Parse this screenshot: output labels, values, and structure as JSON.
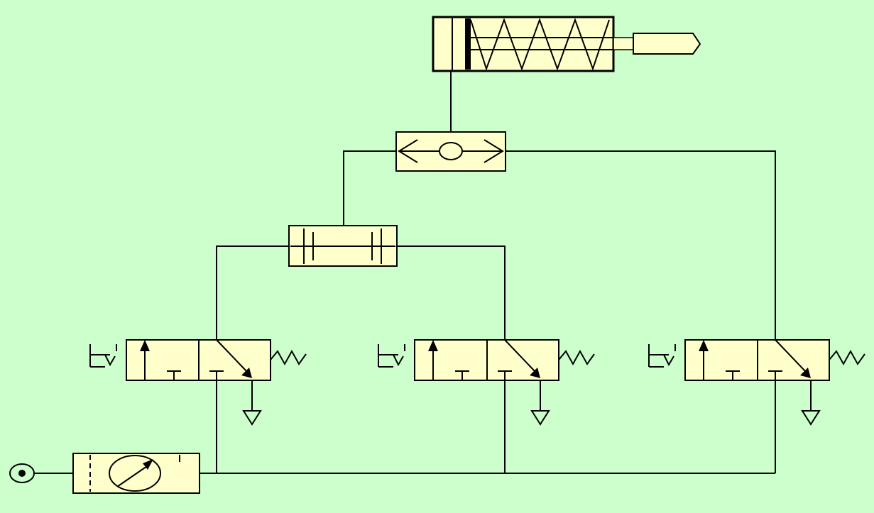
{
  "diagram": {
    "type": "pneumatic-circuit",
    "colors": {
      "background": "#ccffcc",
      "component_fill": "#ffffcc",
      "line": "#000000"
    },
    "components": [
      {
        "id": "cylinder",
        "kind": "single-acting spring-return cylinder"
      },
      {
        "id": "or-valve",
        "kind": "shuttle valve (OR)"
      },
      {
        "id": "and-valve",
        "kind": "two-pressure valve (AND)"
      },
      {
        "id": "valve-1",
        "kind": "3/2 push-button valve, spring return"
      },
      {
        "id": "valve-2",
        "kind": "3/2 push-button valve, spring return"
      },
      {
        "id": "valve-3",
        "kind": "3/2 push-button valve, spring return"
      },
      {
        "id": "service-unit",
        "kind": "air service unit with pressure gauge"
      },
      {
        "id": "air-source",
        "kind": "compressed air supply"
      }
    ]
  }
}
